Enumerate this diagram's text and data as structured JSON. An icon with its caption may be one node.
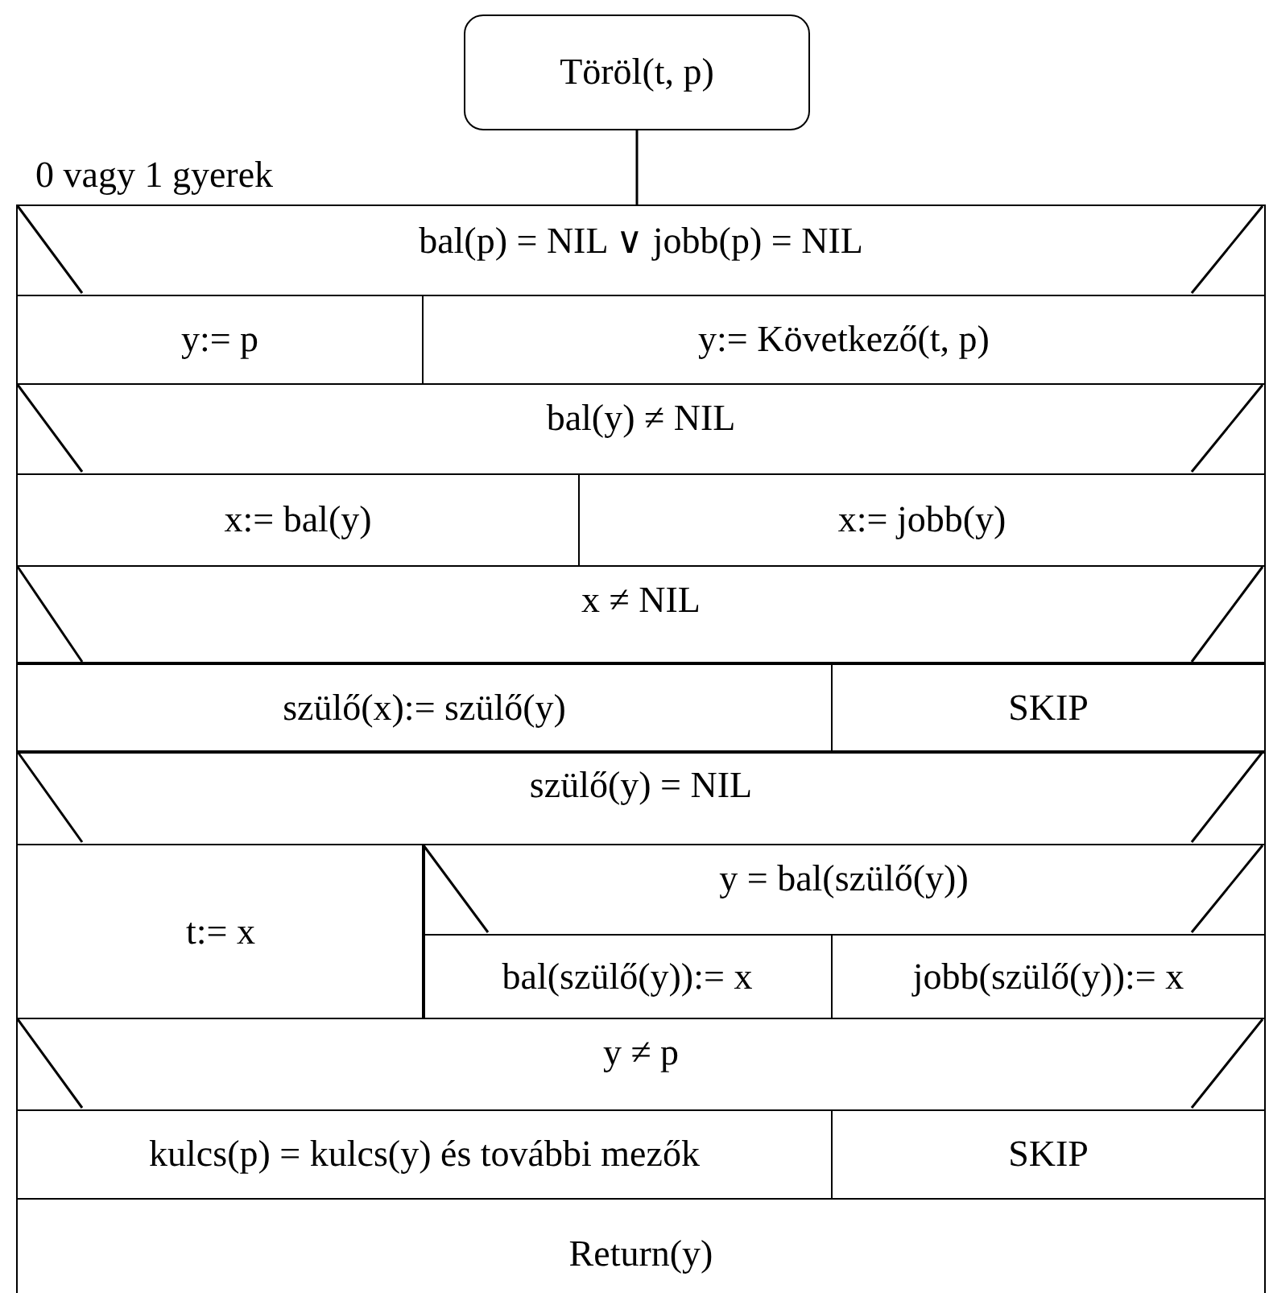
{
  "diagram": {
    "nodes": [
      {
        "text": [
          "Töröl(t, p)"
        ]
      },
      {
        "text": [
          "bal(p) = NIL ∨ jobb(p) = NIL"
        ]
      },
      {
        "text": [
          "y:= p"
        ]
      },
      {
        "text": [
          "y:= Következő(t, p)"
        ]
      },
      {
        "text": [
          "bal(y) ≠ NIL"
        ]
      },
      {
        "text": [
          "x:= bal(y)"
        ]
      },
      {
        "text": [
          "x:= jobb(y)"
        ]
      },
      {
        "text": [
          "x ≠ NIL"
        ]
      },
      {
        "text": [
          "szülő(x):= szülő(y)"
        ]
      },
      {
        "text": [
          "SKIP"
        ]
      },
      {
        "text": [
          "szülő(y) = NIL"
        ]
      },
      {
        "text": [
          "t:= x"
        ]
      },
      {
        "text": [
          "y = bal(szülő(y))"
        ]
      },
      {
        "text": [
          "bal(szülő(y)):= x"
        ]
      },
      {
        "text": [
          "jobb(szülő(y)):= x"
        ]
      },
      {
        "text": [
          "y ≠ p"
        ]
      },
      {
        "text": [
          "kulcs(p) = kulcs(y) és további mezők"
        ]
      },
      {
        "text": [
          "SKIP"
        ]
      },
      {
        "text": [
          "Return(y)"
        ]
      }
    ],
    "edges": [
      {
        "from": 0,
        "to": 1,
        "arrow": "none"
      }
    ],
    "labels": [
      "0 vagy 1 gyerek"
    ]
  }
}
